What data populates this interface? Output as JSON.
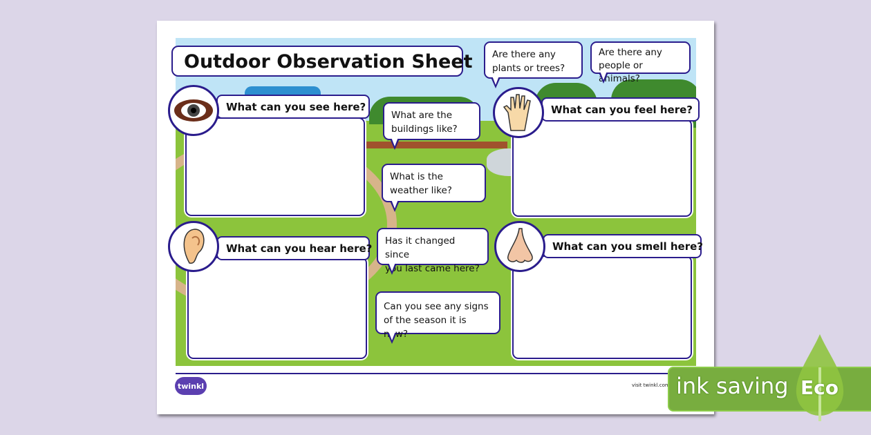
{
  "sheet": {
    "title": "Outdoor Observation Sheet",
    "panels": [
      {
        "label": "What can you see here?",
        "icon": "eye-icon"
      },
      {
        "label": "What can you hear here?",
        "icon": "ear-icon"
      },
      {
        "label": "What can you feel here?",
        "icon": "hand-icon"
      },
      {
        "label": "What can you smell here?",
        "icon": "nose-icon"
      }
    ],
    "bubbles": [
      {
        "line1": "Are there any",
        "line2": "plants or trees?"
      },
      {
        "line1": "Are there any",
        "line2": "people or animals?"
      },
      {
        "line1": "What are the",
        "line2": "buildings like?"
      },
      {
        "line1": "What is the",
        "line2": "weather like?"
      },
      {
        "line1": "Has it changed since",
        "line2": "you last came here?"
      },
      {
        "line1": "Can you see any signs",
        "line2": "of the season it is now?"
      }
    ],
    "footer": {
      "logo": "twinkl",
      "visit": "visit twinkl.com"
    }
  },
  "badge": {
    "text": "ink saving",
    "eco": "Eco",
    "color": "#78ad3f"
  }
}
